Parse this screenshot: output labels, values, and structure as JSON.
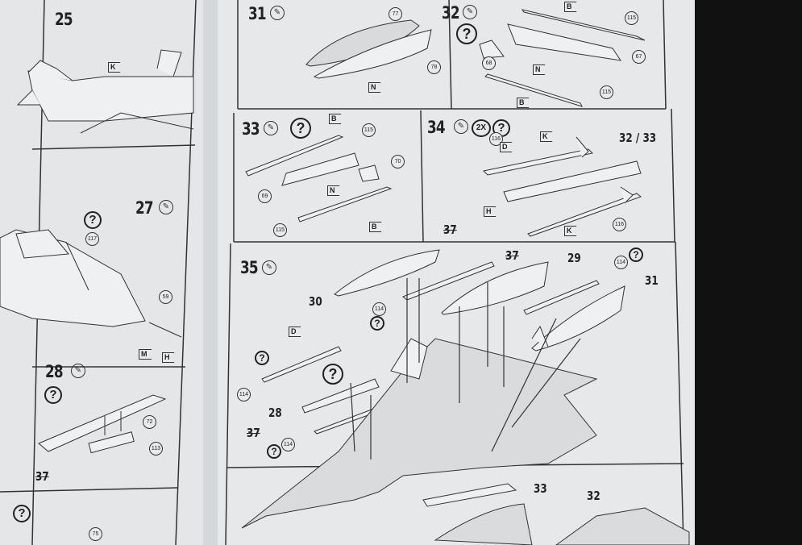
{
  "left_page": {
    "steps": [
      "25",
      "27",
      "28"
    ],
    "flags": [
      "K",
      "M",
      "H"
    ],
    "parts": [
      "117",
      "59",
      "72",
      "113",
      "75"
    ],
    "question_mark": "?",
    "glue_icon": "glue-tube-icon",
    "ref_step": "37"
  },
  "right_page": {
    "step31": {
      "number": "31",
      "parts": [
        "77",
        "78"
      ],
      "flag": "N"
    },
    "step32": {
      "number": "32",
      "parts": [
        "115",
        "67",
        "68",
        "115"
      ],
      "flags": [
        "B",
        "N",
        "B"
      ]
    },
    "step33": {
      "number": "33",
      "parts": [
        "115",
        "70",
        "69",
        "115"
      ],
      "flags": [
        "B",
        "N",
        "B"
      ]
    },
    "step34": {
      "number": "34",
      "multiplier": "2X",
      "parts": [
        "116",
        "116"
      ],
      "flags": [
        "K",
        "D",
        "H",
        "K"
      ],
      "target": "32 / 33",
      "ref_step": "37"
    },
    "step35": {
      "number": "35",
      "refs": [
        "30",
        "37",
        "29",
        "31",
        "28",
        "37",
        "33",
        "32"
      ],
      "parts": [
        "114",
        "114",
        "114",
        "114"
      ],
      "flag": "D"
    }
  },
  "colors": {
    "paper": "#e4e6e8",
    "ink": "#222222",
    "background": "#111111"
  }
}
